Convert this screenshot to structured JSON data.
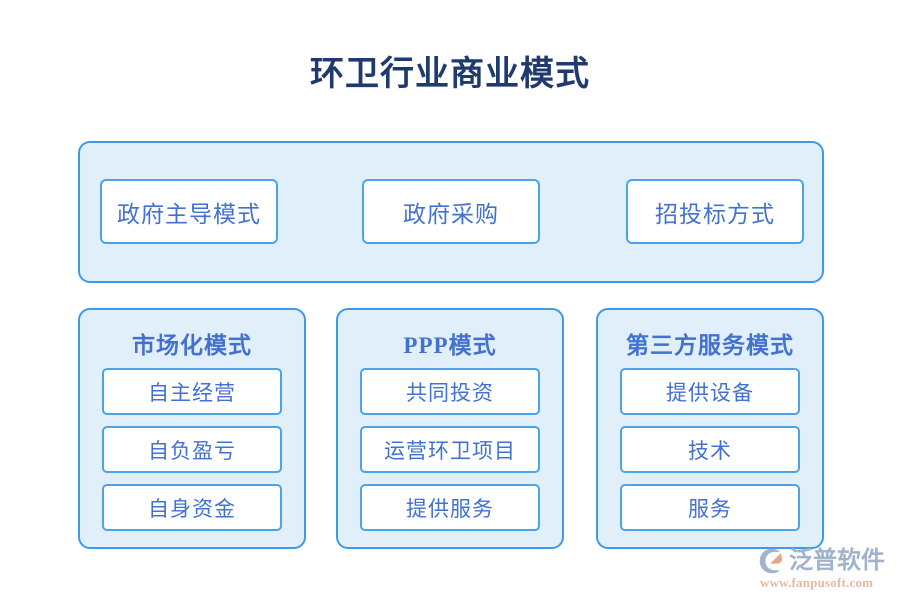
{
  "page": {
    "title": "环卫行业商业模式",
    "background_color": "#ffffff",
    "title_color": "#1f3a6e"
  },
  "theme": {
    "panel_fill": "#e1effa",
    "panel_border": "#3d9ae8",
    "box_fill": "#ffffff",
    "box_border": "#4ba3ec",
    "text_blue": "#4371cf"
  },
  "top_panel": {
    "boxes": [
      {
        "label": "政府主导模式"
      },
      {
        "label": "政府采购"
      },
      {
        "label": "招投标方式"
      }
    ]
  },
  "columns": [
    {
      "header": "市场化模式",
      "items": [
        {
          "label": "自主经营"
        },
        {
          "label": "自负盈亏"
        },
        {
          "label": "自身资金"
        }
      ]
    },
    {
      "header": "PPP模式",
      "items": [
        {
          "label": "共同投资"
        },
        {
          "label": "运营环卫项目"
        },
        {
          "label": "提供服务"
        }
      ]
    },
    {
      "header": "第三方服务模式",
      "items": [
        {
          "label": "提供设备"
        },
        {
          "label": "技术"
        },
        {
          "label": "服务"
        }
      ]
    }
  ],
  "logo": {
    "icon": "fanpu-swirl-logo-icon",
    "name": "泛普软件",
    "url": "www.fanpusoft.com",
    "name_color": "#9fb4cc",
    "url_color": "#e5b9a0"
  }
}
